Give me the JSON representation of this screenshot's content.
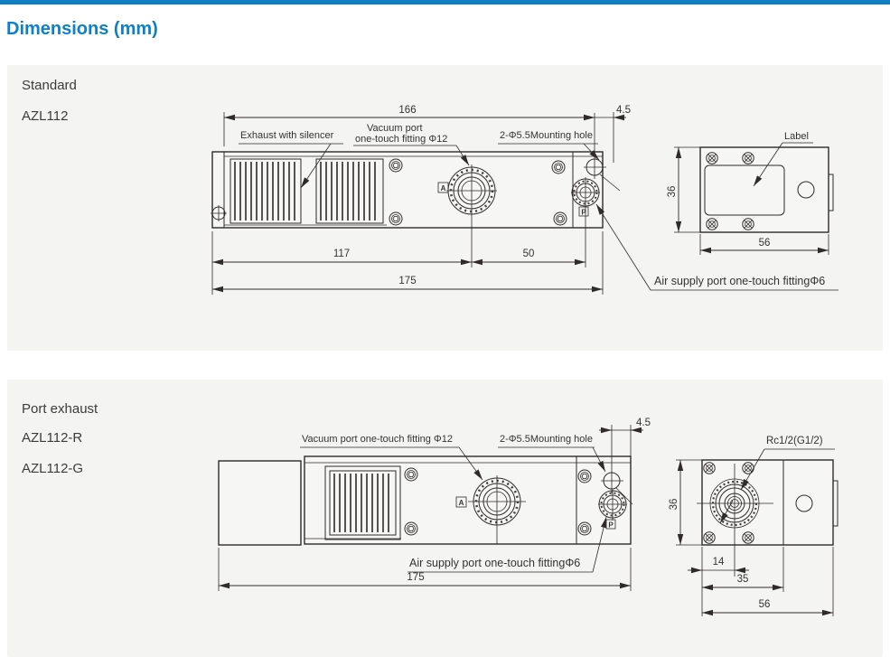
{
  "title": "Dimensions (mm)",
  "standard": {
    "variant_label": "Standard",
    "model": "AZL112",
    "top_view": {
      "exhaust_label": "Exhaust with silencer",
      "vacuum_label_line1": "Vacuum port",
      "vacuum_label_line2": "one-touch fitting Φ12",
      "mounting_label": "2-Φ5.5Mounting hole",
      "air_supply_label": "Air supply port one-touch fittingΦ6",
      "port_a": "A",
      "port_p": "P",
      "dim_length_inner": "166",
      "dim_offset": "4.5",
      "dim_117": "117",
      "dim_50": "50",
      "dim_total": "175"
    },
    "side_view": {
      "label_pointer": "Label",
      "dim_height": "36",
      "dim_width": "56"
    }
  },
  "port_exhaust": {
    "variant_label": "Port exhaust",
    "model_r": "AZL112-R",
    "model_g": "AZL112-G",
    "top_view": {
      "vacuum_label": "Vacuum port one-touch fitting Φ12",
      "mounting_label": "2-Φ5.5Mounting hole",
      "air_supply_label": "Air supply port one-touch fittingΦ6",
      "port_a": "A",
      "port_p": "P",
      "dim_offset": "4.5",
      "dim_total": "175"
    },
    "front_view": {
      "thread_label": "Rc1/2(G1/2)",
      "dim_height": "36",
      "dim_14": "14",
      "dim_35": "35",
      "dim_56": "56"
    }
  }
}
